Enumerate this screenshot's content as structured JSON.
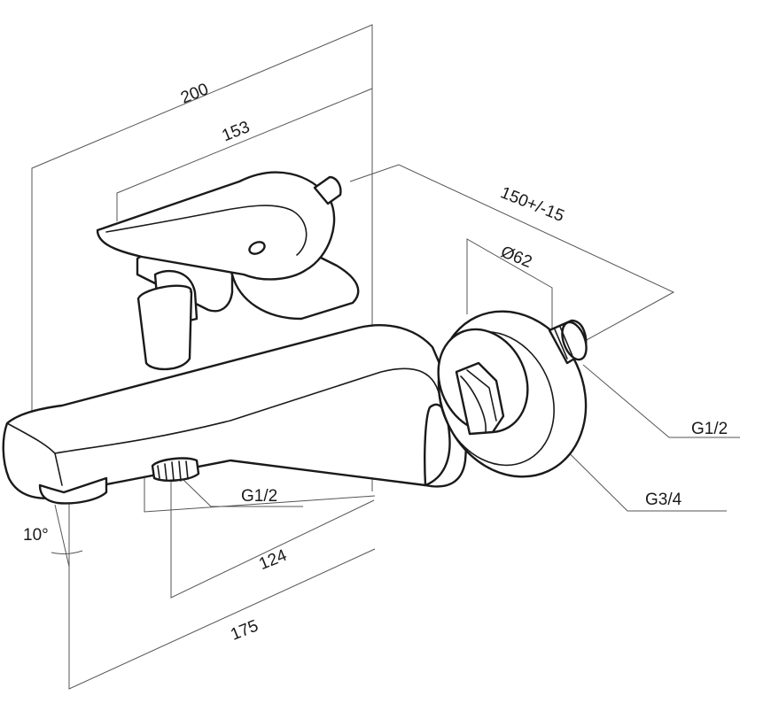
{
  "drawing": {
    "dimensions": {
      "overall_depth": "200",
      "lever_length": "153",
      "outlet_spacing": "150+/-15",
      "flange_diameter": "Ø62",
      "spout_to_outlet": "124",
      "spout_to_wall": "175",
      "spout_angle": "10°"
    },
    "connections": {
      "wall_inlet": "G1/2",
      "shower_outlet": "G1/2",
      "eccentric_inlet": "G3/4"
    }
  }
}
